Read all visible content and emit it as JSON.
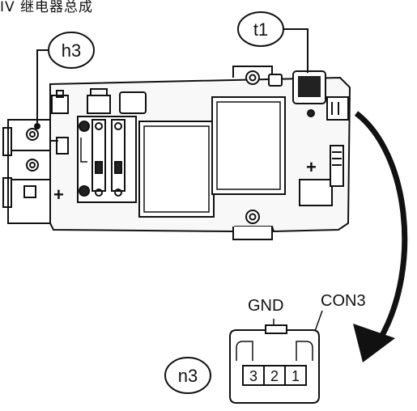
{
  "title": "IV 继电器总成",
  "callouts": {
    "h3": "h3",
    "t1": "t1",
    "n3": "n3"
  },
  "connector": {
    "gnd_label": "GND",
    "con_label": "CON3",
    "pins": [
      "3",
      "2",
      "1"
    ]
  },
  "symbols": {
    "plus": "+",
    "minus": "−"
  }
}
